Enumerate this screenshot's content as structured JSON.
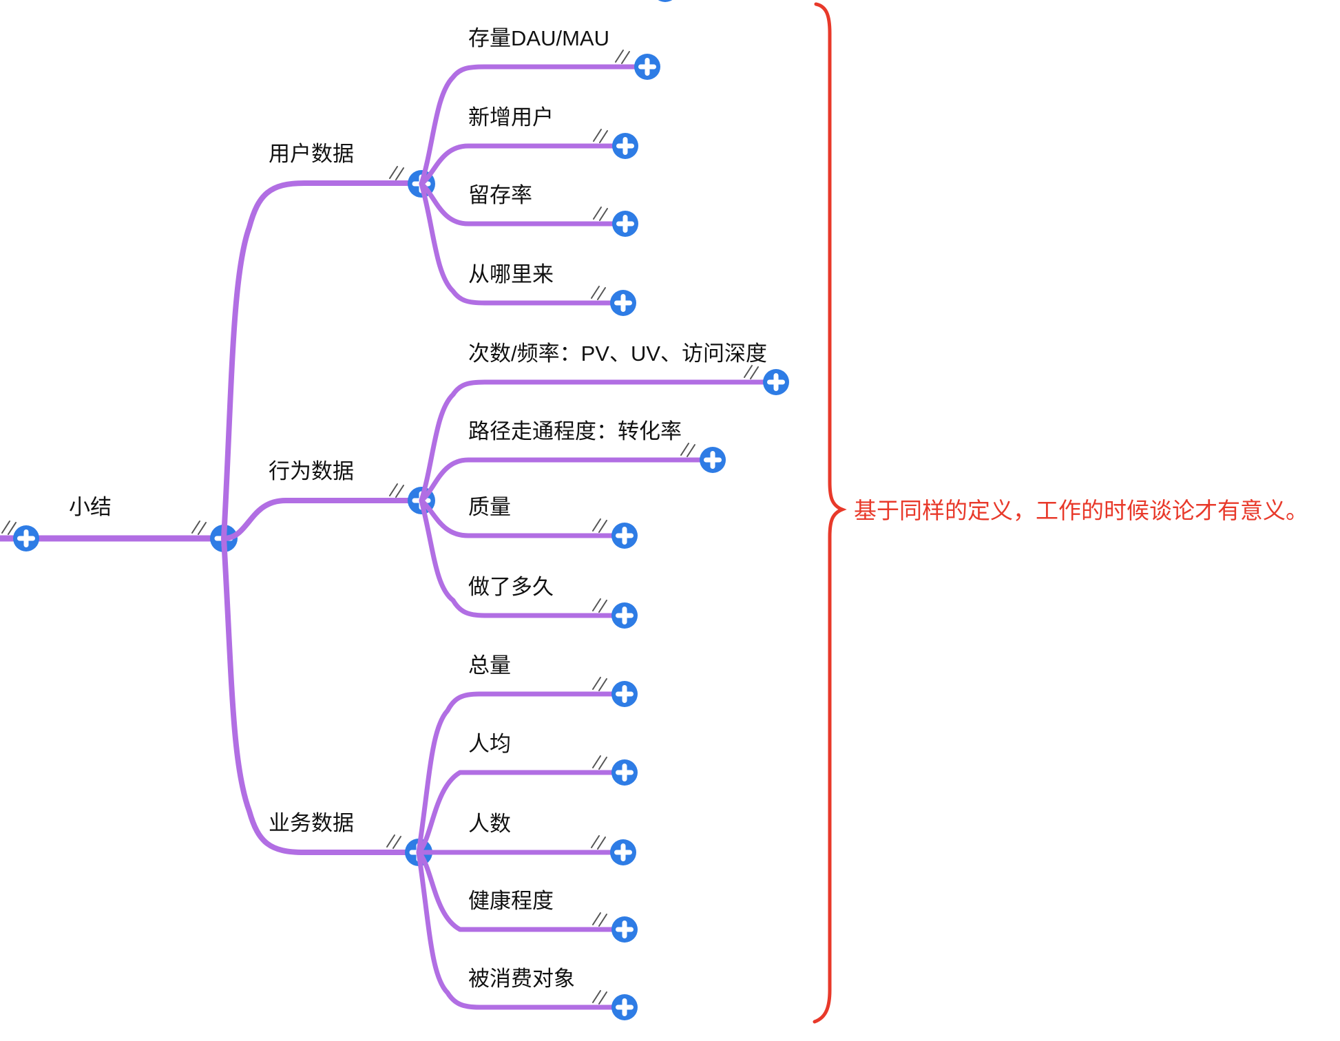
{
  "root": {
    "label": "小结"
  },
  "branches": [
    {
      "label": "用户数据",
      "children": [
        {
          "label": "存量DAU/MAU"
        },
        {
          "label": "新增用户"
        },
        {
          "label": "留存率"
        },
        {
          "label": "从哪里来"
        }
      ]
    },
    {
      "label": "行为数据",
      "children": [
        {
          "label": "次数/频率：PV、UV、访问深度"
        },
        {
          "label": "路径走通程度：转化率"
        },
        {
          "label": "质量"
        },
        {
          "label": "做了多久"
        }
      ]
    },
    {
      "label": "业务数据",
      "children": [
        {
          "label": "总量"
        },
        {
          "label": "人均"
        },
        {
          "label": "人数"
        },
        {
          "label": "健康程度"
        },
        {
          "label": "被消费对象"
        }
      ]
    }
  ],
  "summary": {
    "text": "基于同样的定义，工作的时候谈论才有意义。"
  },
  "colors": {
    "branch": "#b16ee3",
    "add_button": "#2e7ce5",
    "plus_glyph": "#ffffff",
    "summary": "#e8392a",
    "pencil": "#555555"
  },
  "icons": {
    "add_button": "plus-icon",
    "edit_marker": "double-slash-edit-icon"
  }
}
